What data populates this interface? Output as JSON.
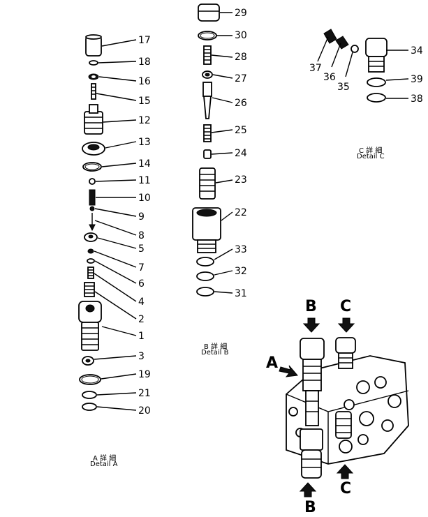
{
  "detail_a": {
    "caption_jp": "A 詳 細",
    "caption_en": "Detail A",
    "callouts": [
      "17",
      "18",
      "16",
      "15",
      "12",
      "13",
      "14",
      "11",
      "10",
      "9",
      "8",
      "5",
      "7",
      "6",
      "4",
      "2",
      "1",
      "3",
      "19",
      "21",
      "20"
    ]
  },
  "detail_b": {
    "caption_jp": "B 詳 細",
    "caption_en": "Detail B",
    "callouts": [
      "29",
      "30",
      "28",
      "27",
      "26",
      "25",
      "24",
      "23",
      "22",
      "33",
      "32",
      "31"
    ]
  },
  "detail_c": {
    "caption_jp": "C 詳 細",
    "caption_en": "Detail C",
    "callouts": [
      "37",
      "36",
      "35",
      "34",
      "39",
      "38"
    ]
  },
  "assembly": {
    "view_labels": [
      "A",
      "B",
      "C",
      "B",
      "C"
    ]
  }
}
